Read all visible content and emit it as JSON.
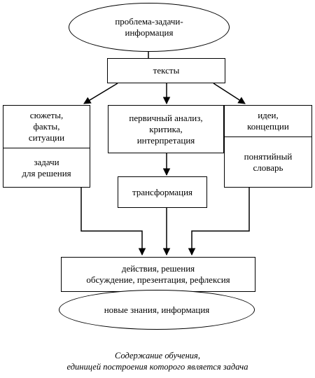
{
  "nodes": {
    "problem": "проблема-задачи-\nинформация",
    "texts": "тексты",
    "left_top": "сюжеты,\nфакты,\nситуации",
    "left_bottom": "задачи\nдля решения",
    "center": "первичный анализ,\nкритика,\nинтерпретация",
    "transform": "трансформация",
    "right_top": "идеи,\nконцепции",
    "right_bottom": "понятийный\nсловарь",
    "actions": "действия, решения\nобсуждение, презентация, рефлексия",
    "knowledge": "новые знания, информация"
  },
  "caption": {
    "line1": "Содержание обучения,",
    "line2": "единицей построения которого является задача"
  },
  "colors": {
    "stroke": "#000000",
    "background": "#ffffff"
  }
}
